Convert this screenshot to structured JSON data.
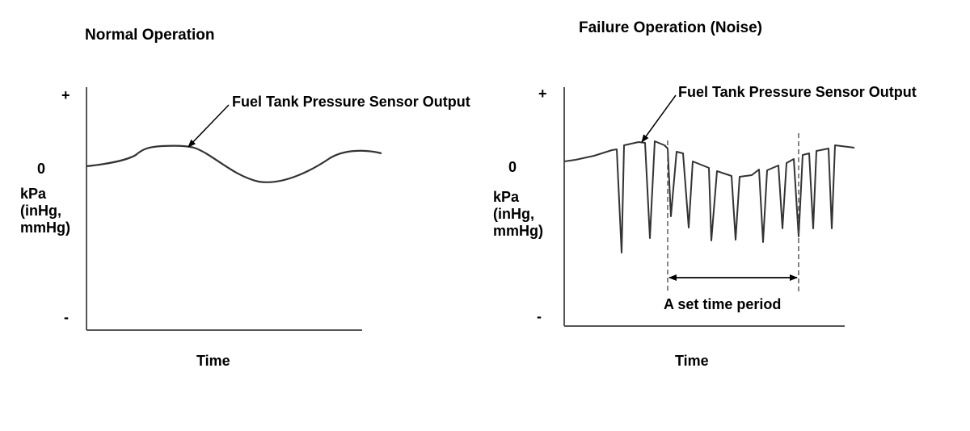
{
  "left_panel": {
    "title": "Normal Operation",
    "y_plus": "+",
    "y_zero": "0",
    "y_minus": "-",
    "y_unit": "kPa\n(inHg,\nmmHg)",
    "x_label": "Time",
    "annotation": "Fuel Tank Pressure Sensor Output"
  },
  "right_panel": {
    "title": "Failure Operation (Noise)",
    "y_plus": "+",
    "y_zero": "0",
    "y_minus": "-",
    "y_unit": "kPa\n(inHg,\nmmHg)",
    "x_label": "Time",
    "annotation": "Fuel Tank Pressure Sensor Output",
    "period_label": "A set time period"
  },
  "colors": {
    "line": "#333333",
    "axis": "#555555",
    "text": "#000000"
  }
}
